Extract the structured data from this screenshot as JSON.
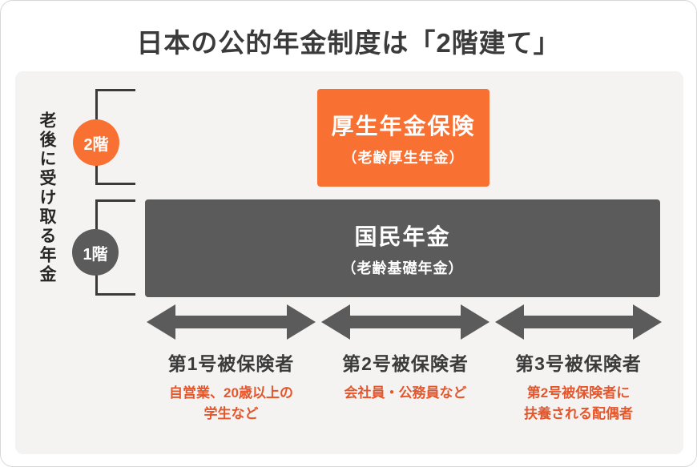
{
  "title": "日本の公的年金制度は「2階建て」",
  "panel": {
    "side_label": "老後に受け取る年金",
    "floors": [
      {
        "badge": "2階",
        "box_title": "厚生年金保険",
        "box_subtitle": "（老齢厚生年金）"
      },
      {
        "badge": "1階",
        "box_title": "国民年金",
        "box_subtitle": "（老齢基礎年金）"
      }
    ],
    "categories": [
      {
        "label": "第1号被保険者",
        "desc_line1": "自営業、20歳以上の",
        "desc_line2": "学生など"
      },
      {
        "label": "第2号被保険者",
        "desc_line1": "会社員・公務員など",
        "desc_line2": ""
      },
      {
        "label": "第3号被保険者",
        "desc_line1": "第2号被保険者に",
        "desc_line2": "扶養される配偶者"
      }
    ]
  },
  "colors": {
    "accent_orange": "#F97132",
    "dark_gray": "#5C5B5B",
    "annotation_red": "#E4572C",
    "panel_background": "#F4F3F2",
    "title_text": "#3B3B3B",
    "bracket_line": "#3A3A3A"
  }
}
